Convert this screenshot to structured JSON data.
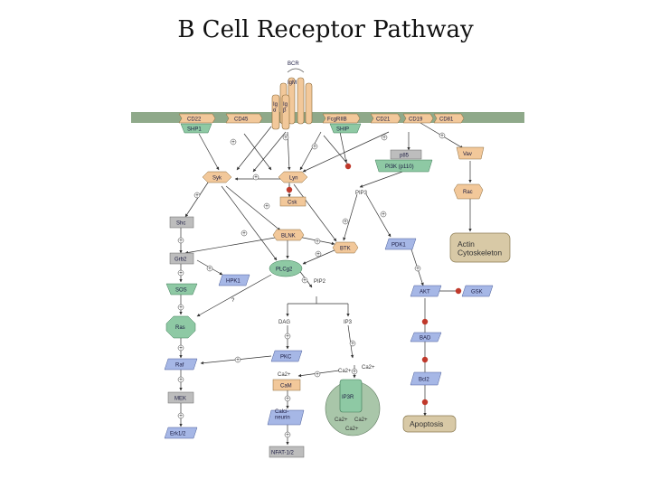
{
  "title": "B Cell Receptor Pathway",
  "colors": {
    "membrane": "#8fa98a",
    "orange": "#f2c89a",
    "green": "#8ec9a4",
    "blue": "#a6b7e6",
    "gray": "#bdbdbd",
    "tan": "#d8c9a6",
    "inhibit": "#c0392b"
  },
  "nodes": {
    "bcr": "BCR",
    "igm": "IgM",
    "iga": "Ig\nα",
    "igb": "Ig\nβ",
    "cd22": "CD22",
    "shp1": "SHP1",
    "cd45": "CD45",
    "fcgriib": "FcgRIIB",
    "ship": "SHIP",
    "cd21": "CD21",
    "cd19": "CD19",
    "cd81": "CD81",
    "vav": "Vav",
    "p85": "p85",
    "pi3k": "PI3K (p110)",
    "syk": "Syk",
    "lyn": "Lyn",
    "csk": "Csk",
    "pip3": "PIP3",
    "rac": "Rac",
    "shc": "Shc",
    "blnk": "BLNK",
    "btk": "BTK",
    "pdk1": "PDK1",
    "actin": "Actin\nCytoskeleton",
    "grb2": "Grb2",
    "plcg2": "PLCg2",
    "hpk1": "HPK1",
    "sos": "SOS",
    "pip2": "PIP2",
    "akt": "AKT",
    "gsk": "GSK",
    "ras": "Ras",
    "dag": "DAG",
    "ip3": "IP3",
    "bad": "BAD",
    "raf": "Raf",
    "pkc": "PKC",
    "ca1": "Ca2+",
    "ca2": "Ca2+",
    "ca3": "Ca2+",
    "ca4": "Ca2+",
    "ca5": "Ca2+",
    "ca6": "Ca2+",
    "bcl2": "Bcl2",
    "mek": "MEK",
    "calm": "CaM",
    "ip3r": "IP3R",
    "apoptosis": "Apoptosis",
    "erk": "Erk1/2",
    "calcineurin": "Calci-\nneurin",
    "nfat": "NFAT-1/2"
  },
  "signs": {
    "plus": "+",
    "unknown": "?"
  }
}
